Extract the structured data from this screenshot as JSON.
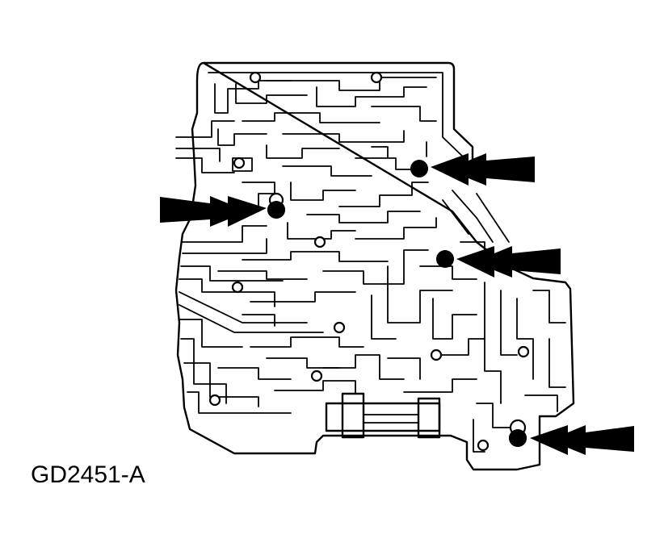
{
  "figure": {
    "caption": "GD2451-A",
    "colors": {
      "line": "#000000",
      "background": "#ffffff"
    },
    "callouts": [
      {
        "id": "ball-upper-right",
        "direction": "left"
      },
      {
        "id": "ball-left",
        "direction": "right"
      },
      {
        "id": "ball-middle-right",
        "direction": "left"
      },
      {
        "id": "ball-lower-right",
        "direction": "left"
      }
    ]
  }
}
